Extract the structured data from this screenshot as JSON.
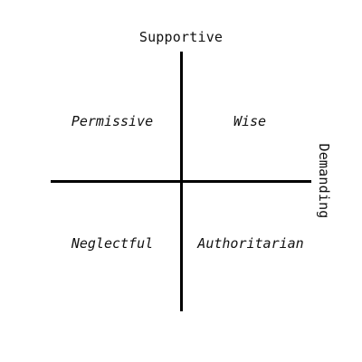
{
  "axes": {
    "vertical_label": "Supportive",
    "horizontal_label": "Demanding"
  },
  "quadrants": {
    "top_left": "Permissive",
    "top_right": "Wise",
    "bottom_left": "Neglectful",
    "bottom_right": "Authoritarian"
  },
  "colors": {
    "background": "#ffffff",
    "line": "#000000",
    "text": "#111111"
  }
}
